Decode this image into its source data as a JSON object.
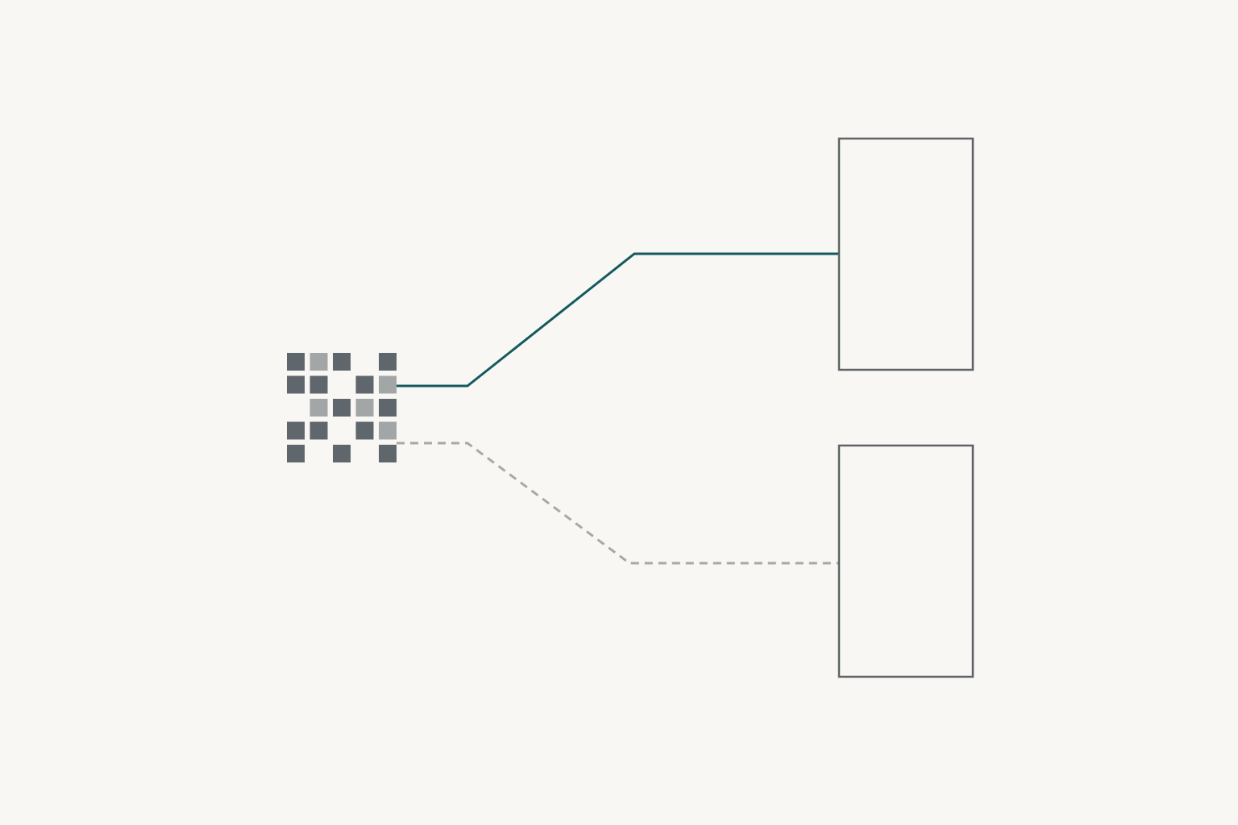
{
  "colors": {
    "background": "#f8f7f4",
    "cell_dark": "#5f666c",
    "cell_light": "#a3a6a7",
    "solid_connector": "#145a5e",
    "dashed_connector": "#a6a9a8",
    "box_stroke": "#5f6367"
  },
  "source_grid": {
    "rows": 5,
    "cols": 5,
    "cells": [
      [
        "dark",
        "light",
        "dark",
        "empty",
        "dark"
      ],
      [
        "dark",
        "dark",
        "empty",
        "dark",
        "light"
      ],
      [
        "empty",
        "light",
        "dark",
        "light",
        "dark"
      ],
      [
        "dark",
        "dark",
        "empty",
        "dark",
        "light"
      ],
      [
        "dark",
        "empty",
        "dark",
        "empty",
        "dark"
      ]
    ]
  },
  "connectors": [
    {
      "style": "solid",
      "target": "upper-box"
    },
    {
      "style": "dashed",
      "target": "lower-box"
    }
  ],
  "boxes": [
    {
      "id": "upper-box",
      "label": ""
    },
    {
      "id": "lower-box",
      "label": ""
    }
  ]
}
